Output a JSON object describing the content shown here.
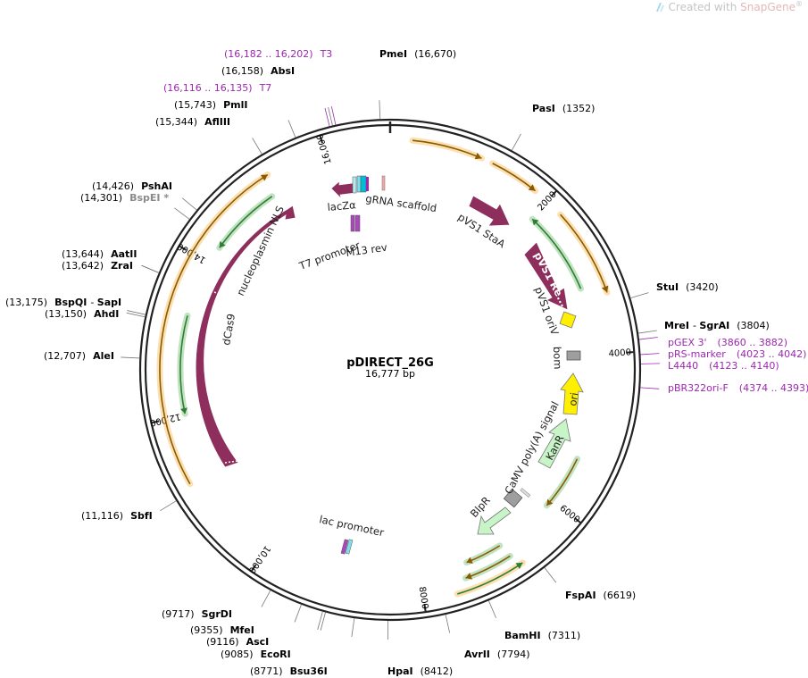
{
  "watermark": {
    "prefix": "Created with",
    "brand": "SnapGene",
    "suffix": "®"
  },
  "plasmid": {
    "name": "pDIRECT_26G",
    "size_label": "16,777 bp",
    "length": 16777
  },
  "colors": {
    "backbone": "#222222",
    "feature_purple": "#8e2e5c",
    "ori_yellow": "#ffef00",
    "marker_green": "#c8f5c8",
    "primer_purple": "#9c27b0",
    "orf_orange": "#f5a623",
    "orf_green": "#4caf50",
    "grey_box": "#9e9e9e",
    "bin_yellow": "#f8e71c"
  },
  "ticks": [
    {
      "pos": 2000,
      "label": "2000"
    },
    {
      "pos": 4000,
      "label": "4000"
    },
    {
      "pos": 6000,
      "label": "6000"
    },
    {
      "pos": 8000,
      "label": "8000"
    },
    {
      "pos": 10000,
      "label": "10,000"
    },
    {
      "pos": 12000,
      "label": "12,000"
    },
    {
      "pos": 14000,
      "label": "14,000"
    },
    {
      "pos": 16000,
      "label": "16,000"
    }
  ],
  "enzymes": [
    {
      "name": "PmeI",
      "pos": "(16,670)",
      "site": 16670,
      "side": "right"
    },
    {
      "name": "PasI",
      "pos": "(1352)",
      "site": 1352,
      "side": "right"
    },
    {
      "name": "StuI",
      "pos": "(3420)",
      "site": 3420,
      "side": "right"
    },
    {
      "name": "MreI",
      "name2": "SgrAI",
      "pos": "(3804)",
      "site": 3804,
      "side": "right"
    },
    {
      "name": "FspAI",
      "pos": "(6619)",
      "site": 6619,
      "side": "right"
    },
    {
      "name": "BamHI",
      "pos": "(7311)",
      "site": 7311,
      "side": "right"
    },
    {
      "name": "AvrII",
      "pos": "(7794)",
      "site": 7794,
      "side": "right"
    },
    {
      "name": "HpaI",
      "pos": "(8412)",
      "site": 8412,
      "side": "right"
    },
    {
      "name": "Bsu36I",
      "pos": "(8771)",
      "site": 8771,
      "side": "left"
    },
    {
      "name": "EcoRI",
      "pos": "(9085)",
      "site": 9085,
      "side": "left"
    },
    {
      "name": "AscI",
      "pos": "(9116)",
      "site": 9116,
      "side": "left"
    },
    {
      "name": "MfeI",
      "pos": "(9355)",
      "site": 9355,
      "side": "left"
    },
    {
      "name": "SgrDI",
      "pos": "(9717)",
      "site": 9717,
      "side": "left"
    },
    {
      "name": "SbfI",
      "pos": "(11,116)",
      "site": 11116,
      "side": "left"
    },
    {
      "name": "AleI",
      "pos": "(12,707)",
      "site": 12707,
      "side": "left"
    },
    {
      "name": "AhdI",
      "pos": "(13,150)",
      "site": 13150,
      "side": "left"
    },
    {
      "name": "BspQI",
      "name2": "SapI",
      "pos": "(13,175)",
      "site": 13175,
      "side": "left"
    },
    {
      "name": "ZraI",
      "pos": "(13,642)",
      "site": 13642,
      "side": "left"
    },
    {
      "name": "AatII",
      "pos": "(13,644)",
      "site": 13644,
      "side": "left"
    },
    {
      "name": "BspEI *",
      "pos": "(14,301)",
      "site": 14301,
      "side": "left",
      "grey": true
    },
    {
      "name": "PshAI",
      "pos": "(14,426)",
      "site": 14426,
      "side": "left"
    },
    {
      "name": "AflIII",
      "pos": "(15,344)",
      "site": 15344,
      "side": "left"
    },
    {
      "name": "PmlI",
      "pos": "(15,743)",
      "site": 15743,
      "side": "left"
    },
    {
      "name": "AbsI",
      "pos": "(16,158)",
      "site": 16158,
      "side": "left"
    }
  ],
  "primers": [
    {
      "name": "T3",
      "pos": "(16,182 .. 16,202)",
      "site": 16192,
      "side": "left"
    },
    {
      "name": "T7",
      "pos": "(16,116 .. 16,135)",
      "site": 16125,
      "side": "left"
    },
    {
      "name": "pGEX 3'",
      "pos": "(3860 .. 3882)",
      "site": 3871,
      "side": "right"
    },
    {
      "name": "pRS-marker",
      "pos": "(4023 .. 4042)",
      "site": 4032,
      "side": "right"
    },
    {
      "name": "L4440",
      "pos": "(4123 .. 4140)",
      "site": 4131,
      "side": "right"
    },
    {
      "name": "pBR322ori-F",
      "pos": "(4374 .. 4393)",
      "site": 4383,
      "side": "right"
    }
  ],
  "features": {
    "lacZa": "lacZα",
    "gRNA_scaffold": "gRNA scaffold",
    "t7_promoter": "T7 promoter",
    "m13_rev": "M13 rev",
    "nucleoplasmin_nls": "nucleoplasmin NLS",
    "dcas9": "dCas9",
    "pvs1_staa": "pVS1 StaA",
    "pvs1_re": "pVS1 Re...",
    "pvs1_oriv": "pVS1 oriV",
    "bom": "bom",
    "ori": "ori",
    "kanr": "KanR",
    "camv": "CaMV poly(A) signal",
    "blpr": "BlpR",
    "lac_promoter": "lac promoter"
  }
}
